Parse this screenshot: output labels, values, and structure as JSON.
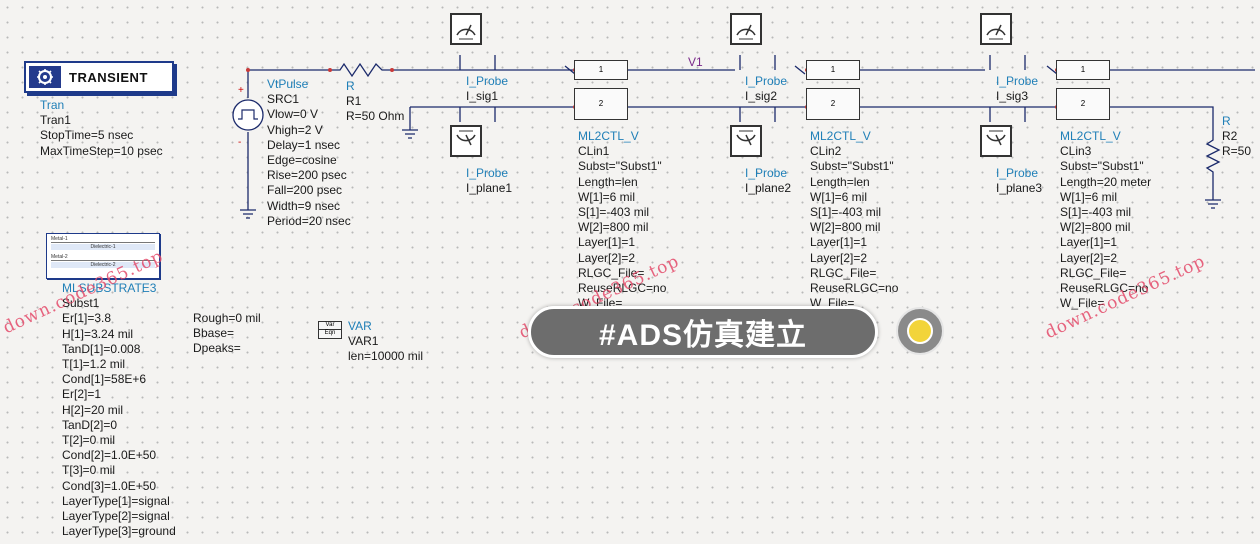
{
  "transient": {
    "label": "TRANSIENT",
    "lines": [
      "Tran",
      "Tran1",
      "StopTime=5 nsec",
      "MaxTimeStep=10 psec"
    ]
  },
  "source": {
    "lines": [
      "VtPulse",
      "SRC1",
      "Vlow=0 V",
      "Vhigh=2 V",
      "Delay=1 nsec",
      "Edge=cosine",
      "Rise=200 psec",
      "Fall=200 psec",
      "Width=9 nsec",
      "Period=20 nsec"
    ],
    "plus": "+",
    "minus": "-"
  },
  "resistor1": {
    "lines": [
      "R",
      "R1",
      "R=50 Ohm"
    ]
  },
  "resistor2": {
    "lines": [
      "R",
      "R2",
      "R=50"
    ]
  },
  "net_label": "V1",
  "probes": {
    "sig1": [
      "I_Probe",
      "I_sig1"
    ],
    "sig2": [
      "I_Probe",
      "I_sig2"
    ],
    "sig3": [
      "I_Probe",
      "I_sig3"
    ],
    "plane1": [
      "I_Probe",
      "I_plane1"
    ],
    "plane2": [
      "I_Probe",
      "I_plane2"
    ],
    "plane3": [
      "I_Probe",
      "I_plane3"
    ]
  },
  "tline_pins": {
    "pin1": "1",
    "pin2": "2"
  },
  "clin1": {
    "lines": [
      "ML2CTL_V",
      "CLin1",
      "Subst=\"Subst1\"",
      "Length=len",
      "W[1]=6 mil",
      "S[1]=-403 mil",
      "W[2]=800 mil",
      "Layer[1]=1",
      "Layer[2]=2",
      "RLGC_File=",
      "ReuseRLGC=no",
      "W_File="
    ]
  },
  "clin2": {
    "lines": [
      "ML2CTL_V",
      "CLin2",
      "Subst=\"Subst1\"",
      "Length=len",
      "W[1]=6 mil",
      "S[1]=-403 mil",
      "W[2]=800 mil",
      "Layer[1]=1",
      "Layer[2]=2",
      "RLGC_File=",
      "ReuseRLGC=no",
      "W_File="
    ]
  },
  "clin3": {
    "lines": [
      "ML2CTL_V",
      "CLin3",
      "Subst=\"Subst1\"",
      "Length=20 meter",
      "W[1]=6 mil",
      "S[1]=-403 mil",
      "W[2]=800 mil",
      "Layer[1]=1",
      "Layer[2]=2",
      "RLGC_File=",
      "ReuseRLGC=no",
      "W_File="
    ]
  },
  "substrate": {
    "icon_layers": [
      "Metal-1",
      "Dielectric-1",
      "Metal-2",
      "Dielectric-2"
    ],
    "lines": [
      "MLSUBSTRATE3",
      "Subst1",
      "Er[1]=3.8",
      "H[1]=3.24 mil",
      "TanD[1]=0.008",
      "T[1]=1.2 mil",
      "Cond[1]=58E+6",
      "Er[2]=1",
      "H[2]=20 mil",
      "TanD[2]=0",
      "T[2]=0 mil",
      "Cond[2]=1.0E+50",
      "T[3]=0 mil",
      "Cond[3]=1.0E+50",
      "LayerType[1]=signal",
      "LayerType[2]=signal",
      "LayerType[3]=ground"
    ],
    "lines_right": [
      "Rough=0 mil",
      "Bbase=",
      "Dpeaks="
    ]
  },
  "var": {
    "icon_lines": [
      "Var",
      "Eqn"
    ],
    "lines": [
      "VAR",
      "VAR1",
      "len=10000 mil"
    ]
  },
  "banner": {
    "text": "#ADS仿真建立"
  },
  "watermarks": [
    "down.code365.top",
    "down.code365.top",
    "down.code365.top"
  ]
}
